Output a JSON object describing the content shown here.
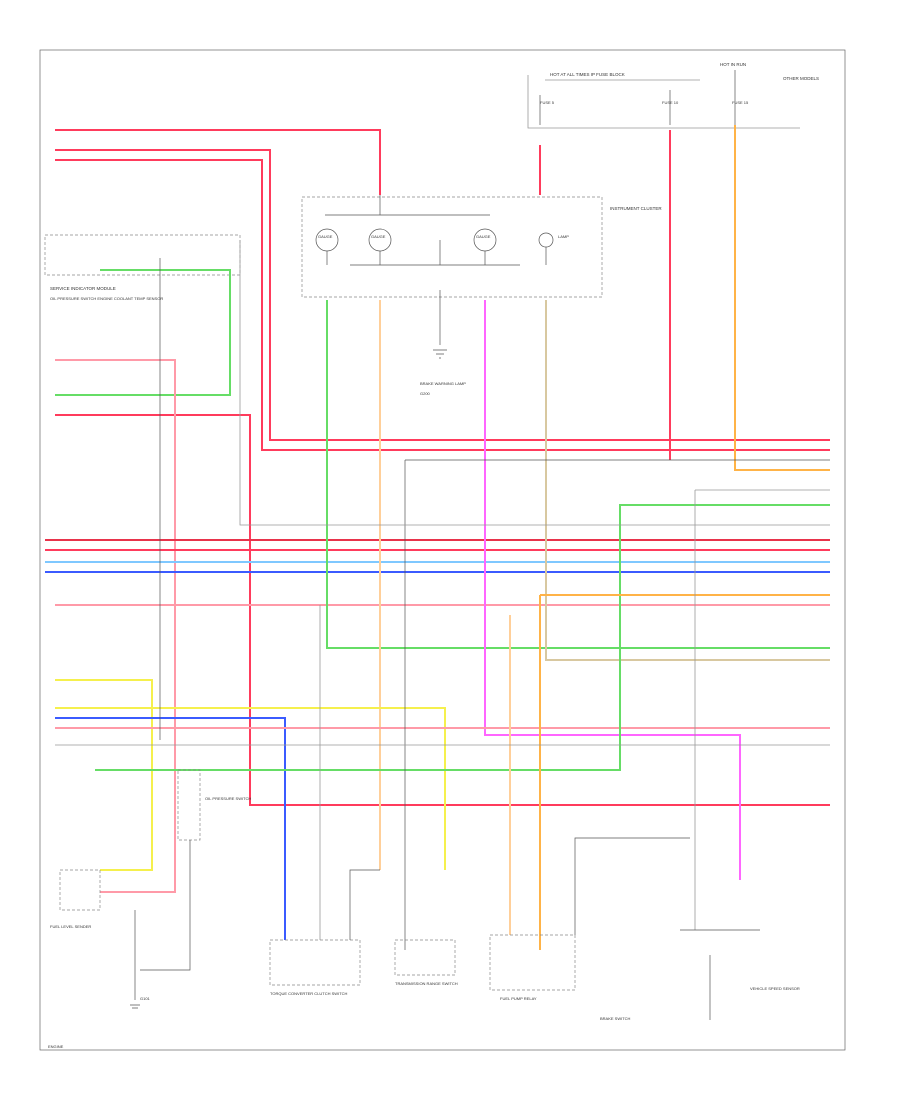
{
  "colors": {
    "red": "#ff3b5c",
    "pink": "#ff9aa8",
    "dark_red": "#e8334b",
    "green": "#66dd66",
    "light_green": "#a6f0a0",
    "orange": "#ffb347",
    "light_orange": "#ffcf99",
    "yellow": "#f5f04d",
    "blue": "#3b5bff",
    "light_blue": "#7fc8ff",
    "magenta": "#ff66ff",
    "black": "#333333",
    "gray": "#bbbbbb",
    "tan": "#d8c8a0"
  },
  "icons": [
    "ground-icon",
    "switch-icon",
    "gauge-icon",
    "lamp-icon"
  ],
  "labels": {
    "fuse_block": "HOT AT ALL TIMES   IP FUSE BLOCK",
    "fuse_left": "FUSE 5",
    "fuse_mid": "FUSE 10",
    "fuse_right": "FUSE 15",
    "hot_in_run": "HOT IN RUN",
    "right_top_note": "OTHER MODELS",
    "instrument_cluster": "INSTRUMENT CLUSTER",
    "cluster_gauges": [
      "GAUGE",
      "GAUGE",
      "GAUGE",
      "LAMP"
    ],
    "lamp_note": "BRAKE WARNING LAMP",
    "left_module": "SERVICE INDICATOR MODULE",
    "left_module_lines": "OIL PRESSURE SWITCH ENGINE COOLANT TEMP SENSOR",
    "oil_switch": "OIL PRESSURE SWITCH",
    "fuel_sender": "FUEL LEVEL SENDER",
    "ground_left": "G101",
    "ground_mid": "G200",
    "bottom_comp_1": "TORQUE CONVERTER CLUTCH SWITCH",
    "bottom_comp_2": "TRANSMISSION RANGE SWITCH",
    "bottom_comp_3": "FUEL PUMP RELAY",
    "bottom_comp_4": "BRAKE SWITCH",
    "bottom_comp_5": "VEHICLE SPEED SENSOR",
    "page_id": "ENGINE"
  }
}
